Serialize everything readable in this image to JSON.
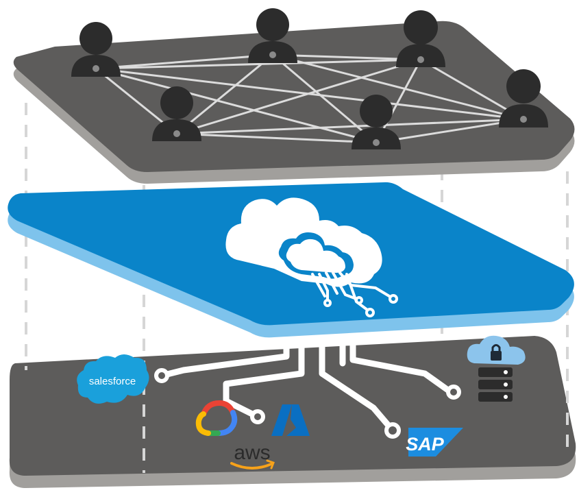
{
  "colors": {
    "slab_top": "#5d5c5b",
    "slab_edge": "#a19f9c",
    "cloud_top": "#0a84c9",
    "cloud_edge": "#7ec3ec",
    "person": "#2c2c2c",
    "network_line": "#dcdcdc",
    "guide_dashes": "#d6d6d6",
    "trace": "#ffffff",
    "salesforce": "#1aa0db",
    "azure": "#0a6fc2",
    "sap": "#1c8de0",
    "aws_text": "#2b2b2b",
    "aws_smile": "#f7a21a",
    "lock_cloud": "#8cc4ec",
    "server": "#2c2c2c"
  },
  "layers": [
    {
      "id": "users-layer",
      "icons": [
        "person-icon",
        "person-icon",
        "person-icon",
        "person-icon",
        "person-icon",
        "person-icon"
      ]
    },
    {
      "id": "integration-cloud-layer",
      "icons": [
        "cloud-circuit-icon"
      ]
    },
    {
      "id": "applications-layer",
      "icons": [
        "salesforce-logo",
        "google-cloud-logo",
        "azure-logo",
        "aws-logo",
        "sap-logo",
        "cloud-lock-icon",
        "server-icon"
      ]
    }
  ],
  "logos": {
    "salesforce": "salesforce",
    "aws": "aws",
    "sap": "SAP"
  }
}
